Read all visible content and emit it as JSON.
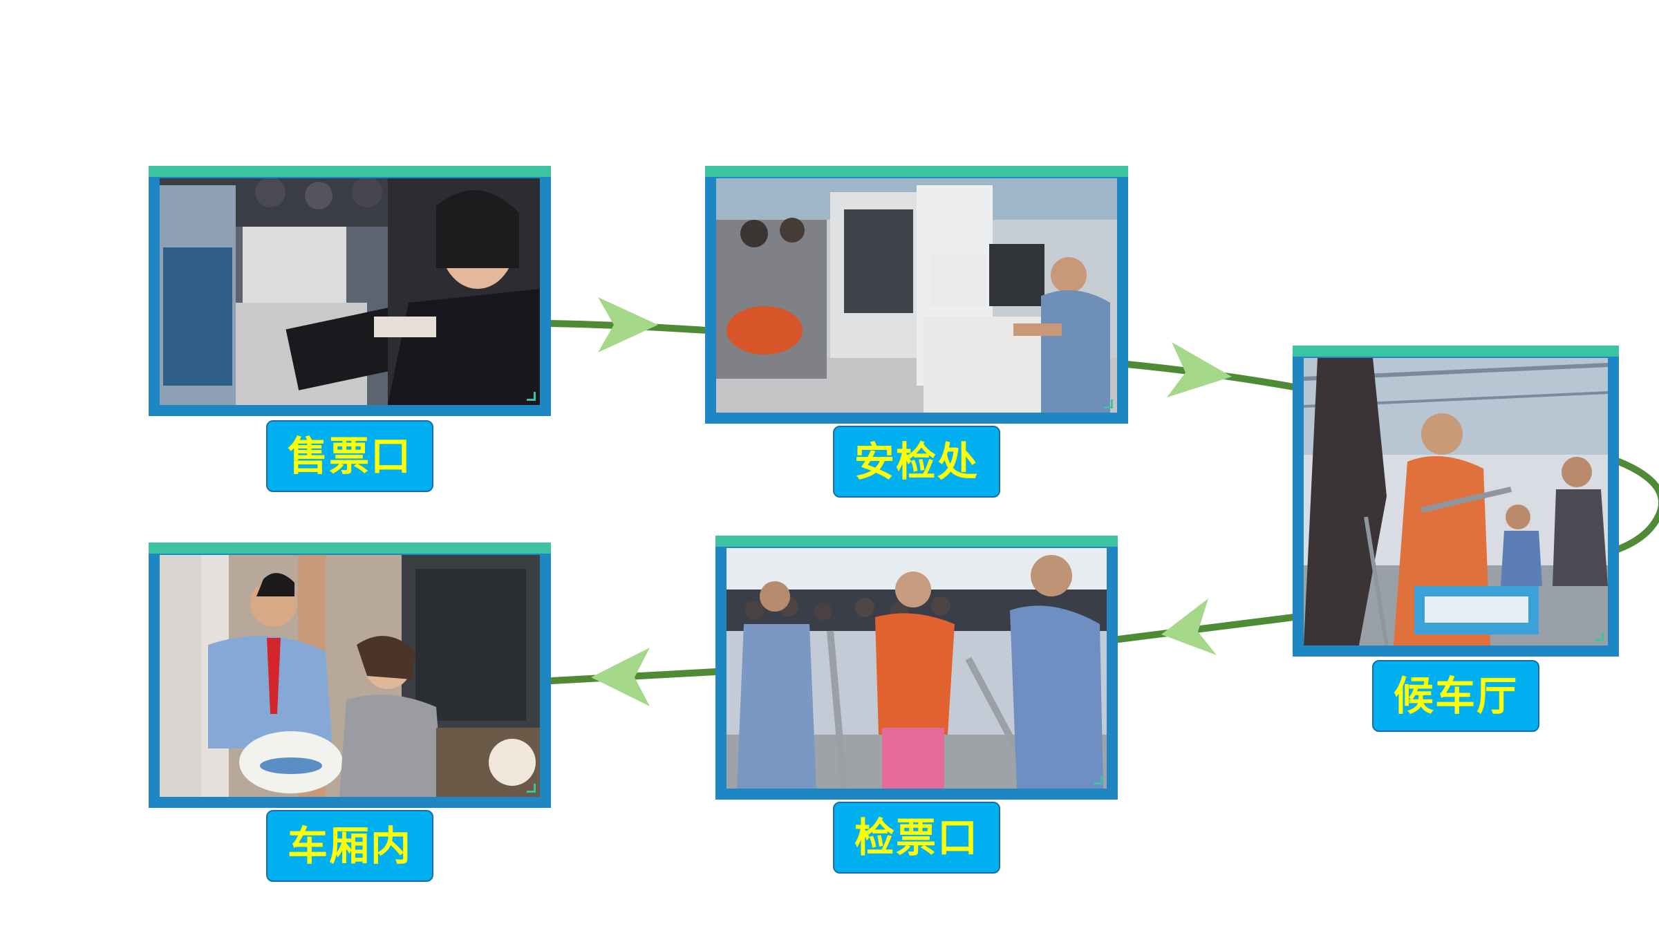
{
  "colors": {
    "card_frame": "#1f86c4",
    "card_top_band": "#3cc3a2",
    "label_fill": "#00b0f0",
    "label_text": "#ffff00",
    "connector": "#4f8a35",
    "arrowhead": "#a6d88a"
  },
  "stages": [
    {
      "label": "售票口",
      "icon": "ticket-office-photo"
    },
    {
      "label": "安检处",
      "icon": "security-check-photo"
    },
    {
      "label": "候车厅",
      "icon": "waiting-hall-photo"
    },
    {
      "label": "检票口",
      "icon": "ticket-gate-photo"
    },
    {
      "label": "车厢内",
      "icon": "train-carriage-photo"
    }
  ],
  "flow": [
    {
      "from": 0,
      "to": 1
    },
    {
      "from": 1,
      "to": 2
    },
    {
      "from": 2,
      "to": 3
    },
    {
      "from": 3,
      "to": 4
    }
  ]
}
